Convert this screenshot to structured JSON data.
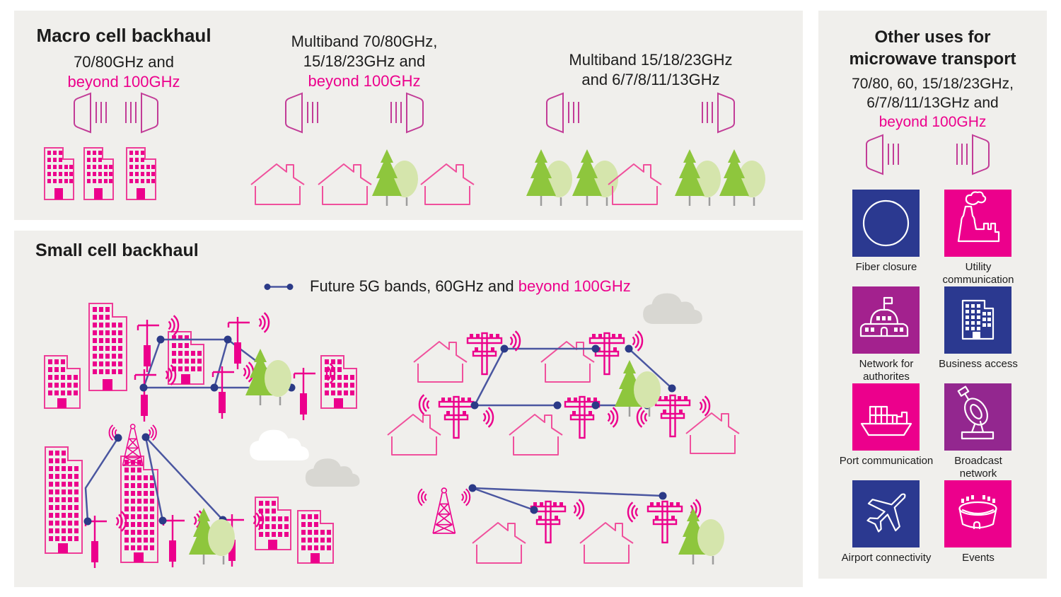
{
  "macro": {
    "title": "Macro cell backhaul",
    "columns": [
      {
        "line1": "70/80GHz and",
        "line2": "",
        "highlight": "beyond 100GHz"
      },
      {
        "line1": "Multiband 70/80GHz,",
        "line2": "15/18/23GHz and",
        "highlight": "beyond 100GHz"
      },
      {
        "line1": "Multiband 15/18/23GHz",
        "line2": "and 6/7/8/11/13GHz",
        "highlight": ""
      }
    ]
  },
  "small_cell": {
    "title": "Small cell backhaul",
    "legend": {
      "black": "Future 5G bands, 60GHz and",
      "pink": "beyond 100GHz"
    }
  },
  "other_uses": {
    "title_line1": "Other uses for",
    "title_line2": "microwave transport",
    "sub_line1": "70/80, 60, 15/18/23GHz,",
    "sub_line2": "6/7/8/11/13GHz and",
    "sub_highlight": "beyond 100GHz",
    "items": [
      {
        "line1": "Fiber closure",
        "line2": "",
        "icon": "fiber-closure",
        "bg": "#2b3990"
      },
      {
        "line1": "Utility",
        "line2": "communication",
        "icon": "factory",
        "bg": "#ec008c"
      },
      {
        "line1": "Network for",
        "line2": "authorites",
        "icon": "authority-building",
        "bg": "#a3218e"
      },
      {
        "line1": "Business access",
        "line2": "",
        "icon": "office-building",
        "bg": "#2b3990"
      },
      {
        "line1": "Port communication",
        "line2": "",
        "icon": "cargo-ship",
        "bg": "#ec008c"
      },
      {
        "line1": "Broadcast",
        "line2": "network",
        "icon": "satellite-dish",
        "bg": "#93278f"
      },
      {
        "line1": "Airport connectivity",
        "line2": "",
        "icon": "airplane",
        "bg": "#2b3990"
      },
      {
        "line1": "Events",
        "line2": "",
        "icon": "stadium",
        "bg": "#ec008c"
      }
    ]
  },
  "colors": {
    "pink": "#ec008c",
    "horn_purple": "#c23c97",
    "link_blue": "#4a56a0",
    "node_blue": "#2b3a87",
    "tile_blue": "#2b3990",
    "tile_purple": "#a3218e",
    "tile_violet": "#93278f",
    "tree_green": "#8ec63d",
    "tree_light_green": "#d5e5ac",
    "panel_bg": "#f0efec"
  }
}
